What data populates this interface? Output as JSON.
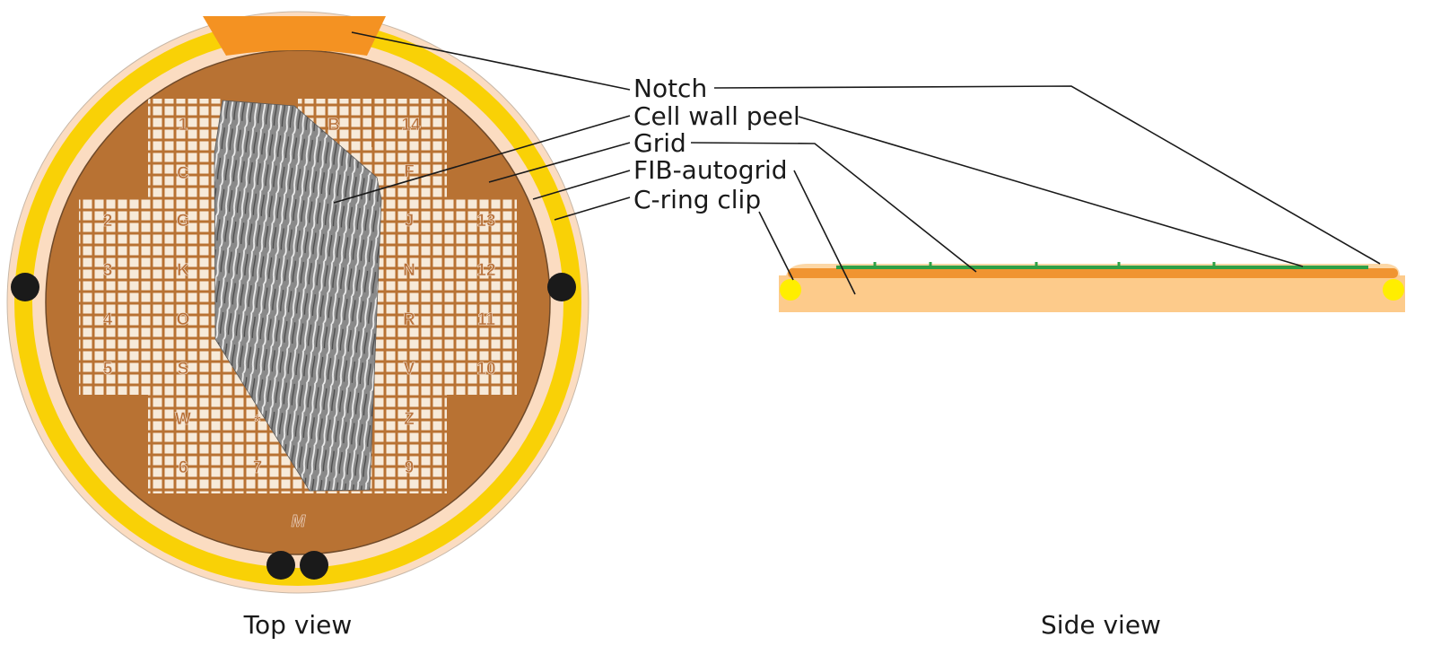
{
  "colors": {
    "clip_ring": "#f9d106",
    "autogrid_rim": "#fbdcc1",
    "grid_disk": "#b87233",
    "notch": "#f49222",
    "grid_mesh": "#f7ead9",
    "peel": "#8f8f8f",
    "side_autogrid": "#fdcb8b",
    "side_grid": "#f09431",
    "side_peel": "#2ea046",
    "clip_section": "#ffee00",
    "mounting_hole": "#1a1a1a"
  },
  "labels": {
    "notch": "Notch",
    "cell_wall_peel": "Cell wall peel",
    "grid": "Grid",
    "fib_autogrid": "FIB-autogrid",
    "c_ring_clip": "C-ring clip"
  },
  "captions": {
    "top_view": "Top view",
    "side_view": "Side view"
  },
  "grid_markings": [
    {
      "id": "1",
      "text": "1"
    },
    {
      "id": "B",
      "text": "B"
    },
    {
      "id": "14",
      "text": "14"
    },
    {
      "id": "C",
      "text": "C"
    },
    {
      "id": "F",
      "text": "F"
    },
    {
      "id": "2",
      "text": "2"
    },
    {
      "id": "G",
      "text": "G"
    },
    {
      "id": "J",
      "text": "J"
    },
    {
      "id": "13",
      "text": "13"
    },
    {
      "id": "3",
      "text": "3"
    },
    {
      "id": "K",
      "text": "K"
    },
    {
      "id": "N",
      "text": "N"
    },
    {
      "id": "12",
      "text": "12"
    },
    {
      "id": "4",
      "text": "4"
    },
    {
      "id": "O",
      "text": "O"
    },
    {
      "id": "R",
      "text": "R"
    },
    {
      "id": "11",
      "text": "11"
    },
    {
      "id": "5",
      "text": "5"
    },
    {
      "id": "S",
      "text": "S"
    },
    {
      "id": "V",
      "text": "V"
    },
    {
      "id": "10",
      "text": "10"
    },
    {
      "id": "W",
      "text": "W"
    },
    {
      "id": "star",
      "text": "*"
    },
    {
      "id": "Z",
      "text": "Z"
    },
    {
      "id": "6",
      "text": "6"
    },
    {
      "id": "7",
      "text": "7"
    },
    {
      "id": "9",
      "text": "9"
    },
    {
      "id": "M",
      "text": "M"
    }
  ]
}
